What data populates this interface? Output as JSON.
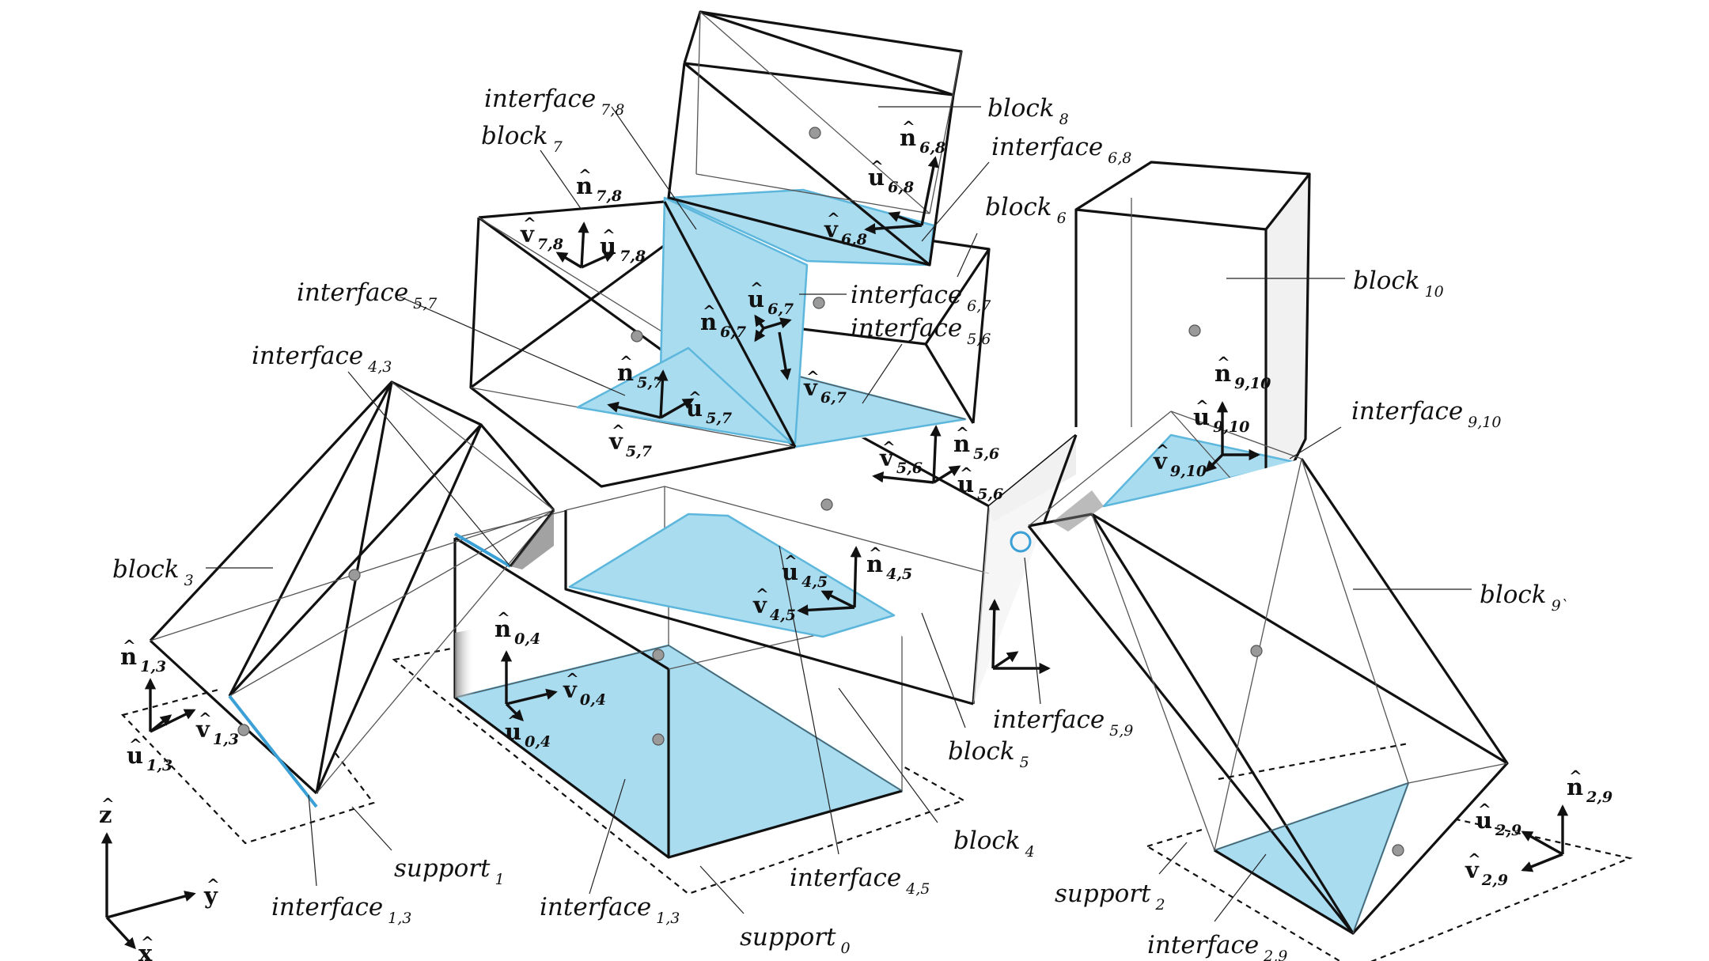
{
  "labels": [
    {
      "id": "block-8",
      "base": "block",
      "sub": "8"
    },
    {
      "id": "interface-7-8",
      "base": "interface",
      "sub": "7,8"
    },
    {
      "id": "block-7",
      "base": "block",
      "sub": "7"
    },
    {
      "id": "interface-6-8",
      "base": "interface",
      "sub": "6,8"
    },
    {
      "id": "block-6",
      "base": "block",
      "sub": "6"
    },
    {
      "id": "block-10",
      "base": "block",
      "sub": "10"
    },
    {
      "id": "interface-5-7",
      "base": "interface",
      "sub": "5,7"
    },
    {
      "id": "interface-6-7",
      "base": "interface",
      "sub": "6,7"
    },
    {
      "id": "interface-5-6",
      "base": "interface",
      "sub": "5,6"
    },
    {
      "id": "interface-4-3",
      "base": "interface",
      "sub": "4,3"
    },
    {
      "id": "interface-9-10",
      "base": "interface",
      "sub": "9,10"
    },
    {
      "id": "block-3",
      "base": "block",
      "sub": "3"
    },
    {
      "id": "block-9",
      "base": "block",
      "sub": "9`"
    },
    {
      "id": "interface-5-9",
      "base": "interface",
      "sub": "5,9"
    },
    {
      "id": "block-5",
      "base": "block",
      "sub": "5"
    },
    {
      "id": "block-4",
      "base": "block",
      "sub": "4"
    },
    {
      "id": "support-1",
      "base": "support",
      "sub": "1"
    },
    {
      "id": "interface-1-3-left",
      "base": "interface",
      "sub": "1,3"
    },
    {
      "id": "interface-4-5",
      "base": "interface",
      "sub": "4,5"
    },
    {
      "id": "interface-1-3",
      "base": "interface",
      "sub": "1,3"
    },
    {
      "id": "support-0",
      "base": "support",
      "sub": "0"
    },
    {
      "id": "support-2",
      "base": "support",
      "sub": "2"
    },
    {
      "id": "interface-2-9",
      "base": "interface",
      "sub": "2,9"
    }
  ],
  "vectors": [
    {
      "id": "n-6-8",
      "sym": "n",
      "sub": "6,8"
    },
    {
      "id": "u-6-8",
      "sym": "u",
      "sub": "6,8"
    },
    {
      "id": "v-6-8",
      "sym": "v",
      "sub": "6,8"
    },
    {
      "id": "n-7-8",
      "sym": "n",
      "sub": "7,8"
    },
    {
      "id": "v-7-8",
      "sym": "v",
      "sub": "7,8"
    },
    {
      "id": "u-7-8",
      "sym": "u",
      "sub": "7,8"
    },
    {
      "id": "u-6-7",
      "sym": "u",
      "sub": "6,7"
    },
    {
      "id": "n-6-7",
      "sym": "n",
      "sub": "6,7"
    },
    {
      "id": "v-6-7",
      "sym": "v",
      "sub": "6,7"
    },
    {
      "id": "n-5-7",
      "sym": "n",
      "sub": "5,7"
    },
    {
      "id": "u-5-7",
      "sym": "u",
      "sub": "5,7"
    },
    {
      "id": "v-5-7",
      "sym": "v",
      "sub": "5,7"
    },
    {
      "id": "v-5-6",
      "sym": "v",
      "sub": "5,6"
    },
    {
      "id": "n-5-6",
      "sym": "n",
      "sub": "5,6"
    },
    {
      "id": "u-5-6",
      "sym": "u",
      "sub": "5,6"
    },
    {
      "id": "n-9-10",
      "sym": "n",
      "sub": "9,10"
    },
    {
      "id": "u-9-10",
      "sym": "u",
      "sub": "9,10"
    },
    {
      "id": "v-9-10",
      "sym": "v",
      "sub": "9,10"
    },
    {
      "id": "u-4-5",
      "sym": "u",
      "sub": "4,5"
    },
    {
      "id": "n-4-5",
      "sym": "n",
      "sub": "4,5"
    },
    {
      "id": "v-4-5",
      "sym": "v",
      "sub": "4,5"
    },
    {
      "id": "n-0-4",
      "sym": "n",
      "sub": "0,4"
    },
    {
      "id": "v-0-4",
      "sym": "v",
      "sub": "0,4"
    },
    {
      "id": "u-0-4",
      "sym": "u",
      "sub": "0,4"
    },
    {
      "id": "n-1-3",
      "sym": "n",
      "sub": "1,3"
    },
    {
      "id": "v-1-3",
      "sym": "v",
      "sub": "1,3"
    },
    {
      "id": "u-1-3",
      "sym": "u",
      "sub": "1,3"
    },
    {
      "id": "n-2-9",
      "sym": "n",
      "sub": "2,9"
    },
    {
      "id": "u-2-9",
      "sym": "u",
      "sub": "2,9"
    },
    {
      "id": "v-2-9",
      "sym": "v",
      "sub": "2,9"
    }
  ],
  "axes": [
    {
      "id": "z",
      "sym": "z"
    },
    {
      "id": "y",
      "sym": "y"
    },
    {
      "id": "x",
      "sym": "x"
    }
  ],
  "colors": {
    "interface_fill": "#aadcf0",
    "interface_stroke": "#5db7dc",
    "edge": "#111111"
  }
}
